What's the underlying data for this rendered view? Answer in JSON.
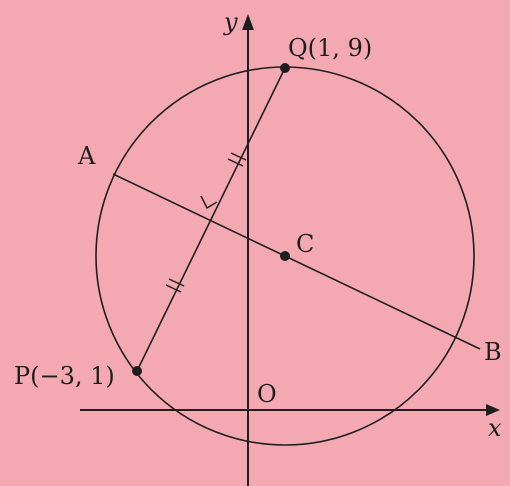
{
  "labels": {
    "y_axis": "y",
    "x_axis": "x",
    "origin": "O",
    "point_q": "Q(1, 9)",
    "point_p": "P(−3, 1)",
    "point_a": "A",
    "point_b": "B",
    "point_c": "C"
  },
  "points": {
    "P": [
      -3,
      1
    ],
    "Q": [
      1,
      9
    ]
  },
  "colors": {
    "background": "#f4a8b2",
    "ink": "#1e1e1e"
  }
}
